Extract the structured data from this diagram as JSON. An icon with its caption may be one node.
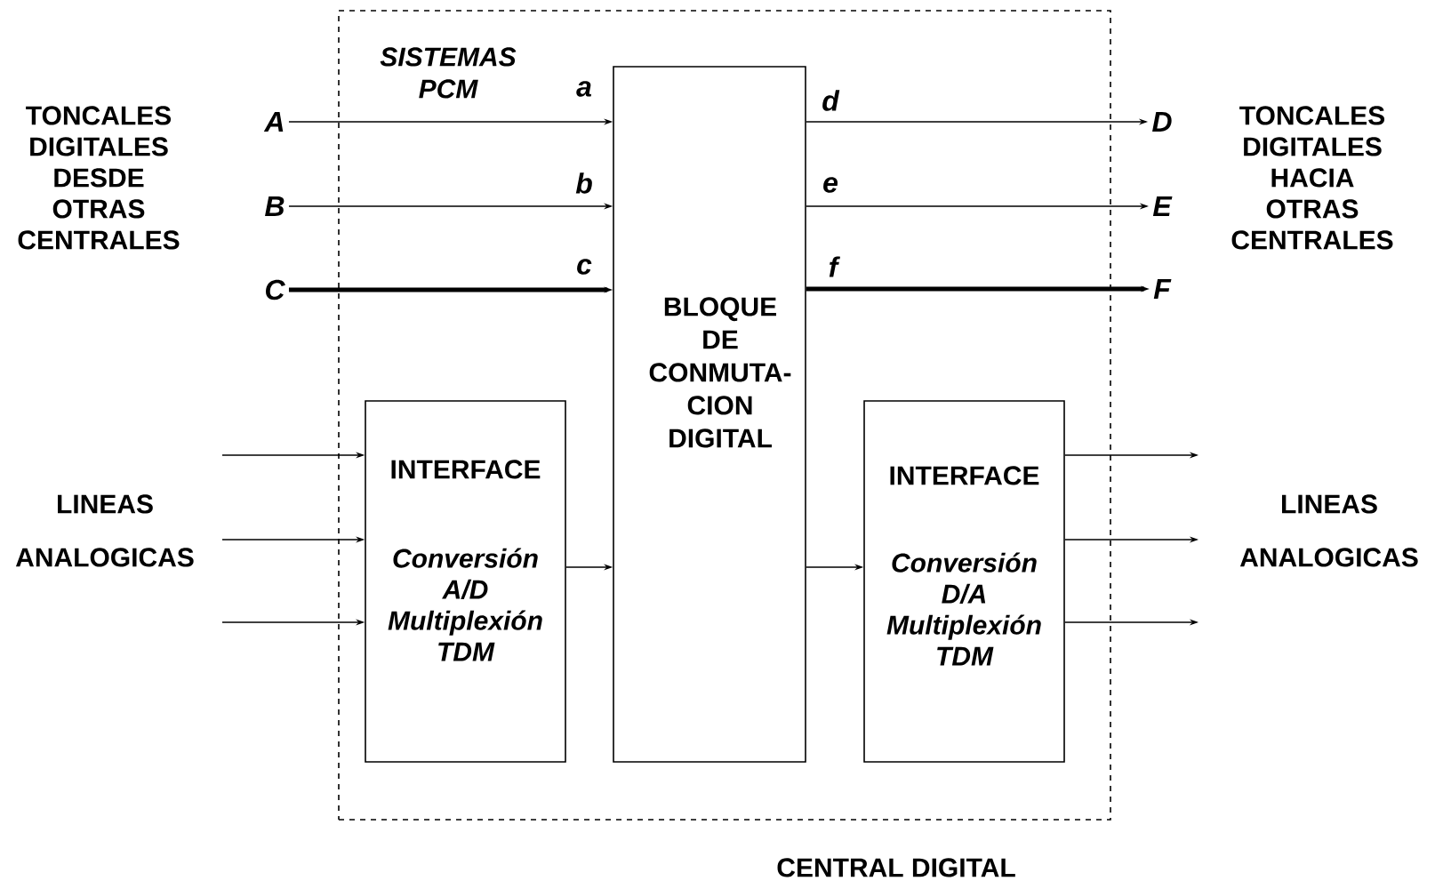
{
  "diagram": {
    "nodes": [
      {
        "text": [
          "CENTRAL DIGITAL"
        ]
      },
      {
        "text": [
          "BLOQUE DE CONMUTA- CION DIGITAL"
        ],
        "in": 0
      },
      {
        "text": [
          "INTERFACE",
          "Conversión A/D Multiplexión TDM"
        ],
        "in": 0
      },
      {
        "text": [
          "INTERFACE",
          "Conversión D/A Multiplexión TDM"
        ],
        "in": 0
      },
      {
        "text": [
          "A"
        ]
      },
      {
        "text": [
          "B"
        ]
      },
      {
        "text": [
          "C"
        ]
      },
      {
        "text": [
          "D"
        ]
      },
      {
        "text": [
          "E"
        ]
      },
      {
        "text": [
          "F"
        ]
      }
    ],
    "edges": [
      {
        "from": 4,
        "to": 1,
        "arrow": "to",
        "label": "a"
      },
      {
        "from": 5,
        "to": 1,
        "arrow": "to",
        "label": "b"
      },
      {
        "from": 6,
        "to": 1,
        "arrow": "to",
        "label": "c",
        "style": "thick"
      },
      {
        "from": 1,
        "to": 7,
        "arrow": "to",
        "label": "d"
      },
      {
        "from": 1,
        "to": 8,
        "arrow": "to",
        "label": "e"
      },
      {
        "from": 1,
        "to": 9,
        "arrow": "to",
        "label": "f",
        "style": "thick"
      },
      {
        "from": null,
        "to": 2,
        "arrow": "to"
      },
      {
        "from": null,
        "to": 2,
        "arrow": "to"
      },
      {
        "from": null,
        "to": 2,
        "arrow": "to"
      },
      {
        "from": 2,
        "to": 1,
        "arrow": "to"
      },
      {
        "from": 1,
        "to": 3,
        "arrow": "to"
      },
      {
        "from": 3,
        "to": null,
        "arrow": "to"
      },
      {
        "from": 3,
        "to": null,
        "arrow": "to"
      },
      {
        "from": 3,
        "to": null,
        "arrow": "to"
      }
    ],
    "labels": [
      "SISTEMAS PCM",
      "TONCALES DIGITALES DESDE OTRAS CENTRALES",
      "TONCALES DIGITALES HACIA OTRAS CENTRALES",
      "LINEAS ANALOGICAS",
      "LINEAS ANALOGICAS"
    ]
  }
}
